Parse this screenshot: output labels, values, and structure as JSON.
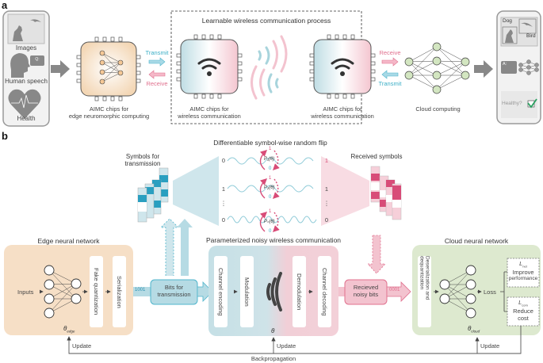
{
  "panel_a": {
    "label": "a",
    "inputs": {
      "images": "Images",
      "speech": "Human speech",
      "speech_bubble": "Q:",
      "health": "Health"
    },
    "edge_chip_caption": [
      "AIMC chips for",
      "edge neuromorphic computing"
    ],
    "transmit_label": "Transmit",
    "receive_label": "Receive",
    "wireless_box_title": "Learnable wireless communication process",
    "wireless_chip_caption": [
      "AIMC chips for",
      "wireless communication"
    ],
    "cloud_caption": "Cloud computing",
    "outputs": {
      "dog": "Dog",
      "bird": "Bird",
      "answer_bubble": "A:",
      "healthy": "Healthy?"
    }
  },
  "panel_b": {
    "label": "b",
    "flip_title": "Differentiable symbol-wise random flip",
    "symbols_tx_title": "Symbols for transmission",
    "symbols_rx_title": "Received symbols",
    "tx_bits": [
      "0",
      "1",
      "⋮",
      "0"
    ],
    "rx_bits": [
      "1",
      "1",
      "⋮",
      "0"
    ],
    "flip_probs": [
      "P₁(θ)",
      "P₂(θ)",
      "Pₙ(θ)"
    ],
    "flip_one": "1",
    "flip_zero": "0",
    "edge_title": "Edge neural network",
    "edge_inputs": "Inputs",
    "fake_quant": "Fake quantization",
    "serialization": "Serialization",
    "theta_edge": "θ",
    "theta_edge_sub": "edge",
    "bits_tx": [
      "Bits for",
      "transmission"
    ],
    "bits_tx_code": "1001",
    "wireless_title": "Parameterized noisy wireless communication",
    "channel_encoding": "Channel encoding",
    "modulation": "Modulation",
    "demodulation": "Demodulation",
    "channel_decoding": "Channel decoding",
    "theta": "θ",
    "received_bits": [
      "Recieved",
      "noisy bits"
    ],
    "received_code": "0001",
    "cloud_title": "Cloud neural network",
    "deserialization": "Deserialization and dequantization",
    "loss": "Loss",
    "l_net": "L",
    "l_net_sub": "net",
    "improve": [
      "Improve",
      "performance"
    ],
    "l_com": "L",
    "l_com_sub": "com",
    "reduce": [
      "Reduce",
      "cost"
    ],
    "theta_cloud": "θ",
    "theta_cloud_sub": "cloud",
    "update": "Update",
    "backprop": "Backpropagation"
  },
  "colors": {
    "edge": "#f6dfc6",
    "blue": "#a8d4dc",
    "pink": "#f3c3cf",
    "green": "#dde9cf",
    "teal_text": "#3aaec6",
    "pink_text": "#e0708e"
  }
}
